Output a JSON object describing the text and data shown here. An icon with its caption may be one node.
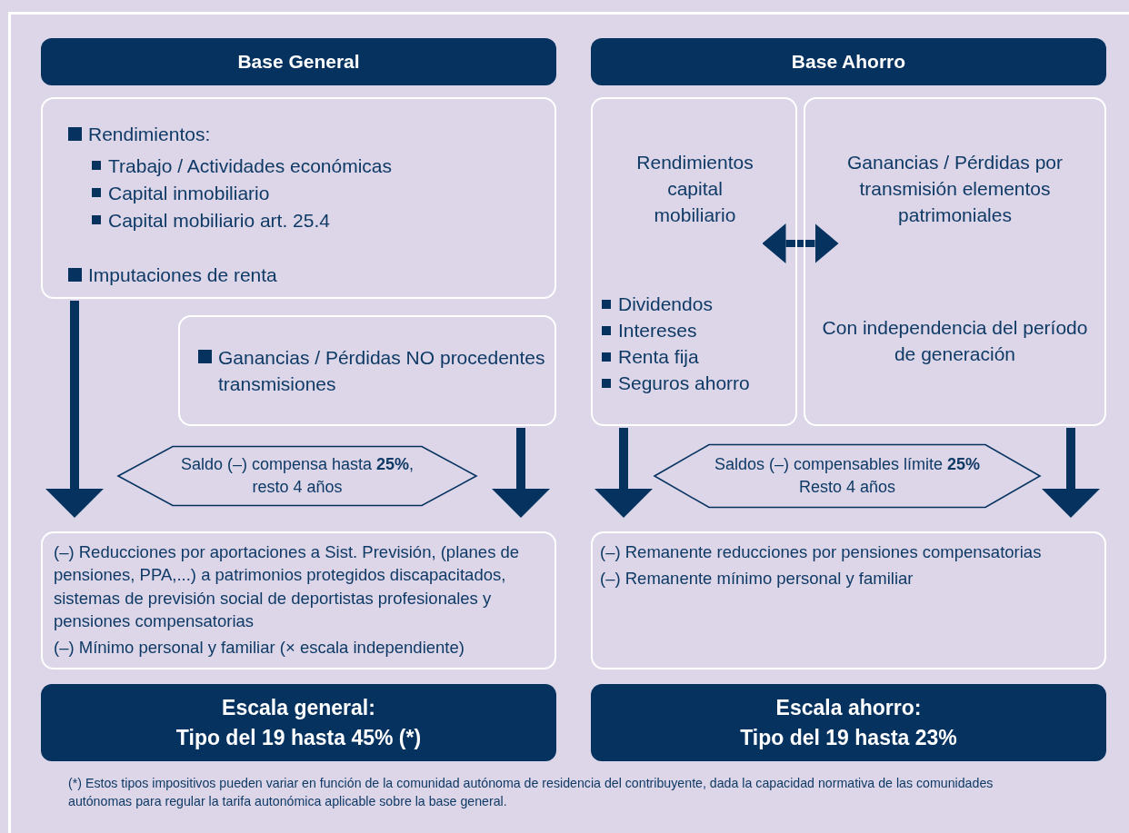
{
  "diagram": {
    "nodes": [
      {
        "text": [
          "Base General"
        ]
      },
      {
        "text": [
          "Rendimientos:",
          "Trabajo / Actividades económicas",
          "Capital inmobiliario",
          "Capital mobiliario art. 25.4",
          "Imputaciones de renta"
        ]
      },
      {
        "text": [
          "Ganancias / Pérdidas NO procedentes transmisiones"
        ]
      },
      {
        "text": [
          "Saldo (–) compensa hasta **25%**, resto 4 años"
        ]
      },
      {
        "text": [
          "(–) Reducciones por aportaciones a Sist. Previsión, (planes de pensiones, PPA,...) a patrimonios protegidos discapacitados, sistemas de previsión social de deportistas profesionales y pensiones compensatorias",
          "(–) Mínimo personal y familiar (× escala independiente)"
        ]
      },
      {
        "text": [
          "Escala general:",
          "Tipo del 19 hasta 45% (*)"
        ]
      },
      {
        "text": [
          "Base Ahorro"
        ]
      },
      {
        "text": [
          "Rendimientos capital mobiliario",
          "Dividendos",
          "Intereses",
          "Renta fija",
          "Seguros ahorro"
        ]
      },
      {
        "text": [
          "Ganancias / Pérdidas por transmisión elementos patrimoniales",
          "Con independencia del período de generación"
        ]
      },
      {
        "text": [
          "Saldos (–) compensables límite **25%** Resto 4 años"
        ]
      },
      {
        "text": [
          "(–) Remanente reducciones por pensiones compensatorias",
          "(–) Remanente mínimo personal y familiar"
        ]
      },
      {
        "text": [
          "Escala ahorro:",
          "Tipo del 19 hasta 23%"
        ]
      }
    ],
    "edges": [
      {
        "from": 1,
        "to": 4,
        "arrow": "to"
      },
      {
        "from": 2,
        "to": 4,
        "arrow": "to"
      },
      {
        "from": 7,
        "to": 10,
        "arrow": "to"
      },
      {
        "from": 8,
        "to": 10,
        "arrow": "to"
      },
      {
        "from": 7,
        "to": 8,
        "arrow": "both"
      }
    ],
    "caption": "(*) Estos tipos impositivos pueden variar en función de la comunidad autónoma de residencia del contribuyente, dada la capacidad normativa de las comunidades autónomas para regular la tarifa autonómica aplicable sobre la base general."
  }
}
